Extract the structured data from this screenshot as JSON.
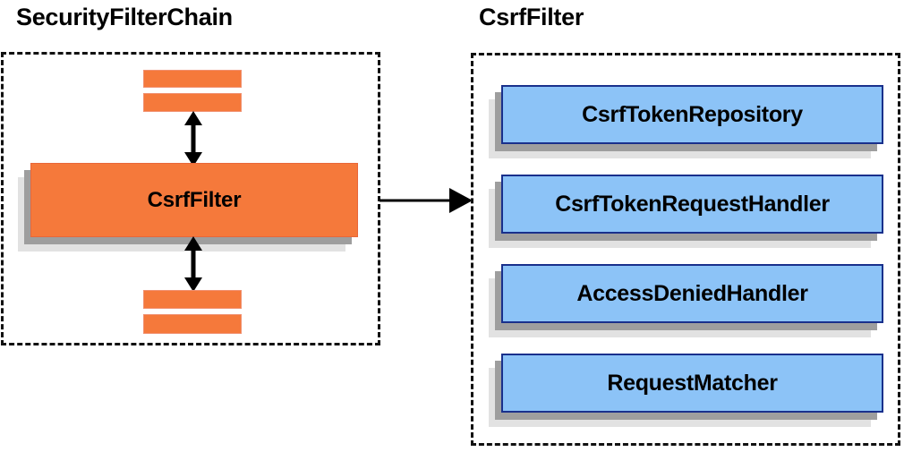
{
  "diagram": {
    "title_left": "SecurityFilterChain",
    "title_right": "CsrfFilter",
    "colors": {
      "node_orange": "#F5793B",
      "node_blue": "#8CC3F7",
      "blue_border": "#19308C",
      "shadow_near": "#9E9E9E",
      "shadow_far": "#E2E2E2",
      "panel_border": "#111111",
      "arrow": "#000000"
    }
  },
  "left_panel": {
    "label": "SecurityFilterChain",
    "main_node": {
      "label": "CsrfFilter"
    },
    "filters_above": [
      {
        "label": ""
      },
      {
        "label": ""
      }
    ],
    "filters_below": [
      {
        "label": ""
      },
      {
        "label": ""
      }
    ],
    "connectors": [
      {
        "name": "double-arrow-above",
        "direction": "bidirectional"
      },
      {
        "name": "double-arrow-below",
        "direction": "bidirectional"
      }
    ]
  },
  "cross_link": {
    "name": "csrf-filter-to-collaborators",
    "direction": "right",
    "from": "CsrfFilter",
    "to": "CsrfFilter collaborators"
  },
  "right_panel": {
    "label": "CsrfFilter",
    "collaborators": [
      {
        "label": "CsrfTokenRepository"
      },
      {
        "label": "CsrfTokenRequestHandler"
      },
      {
        "label": "AccessDeniedHandler"
      },
      {
        "label": "RequestMatcher"
      }
    ]
  }
}
